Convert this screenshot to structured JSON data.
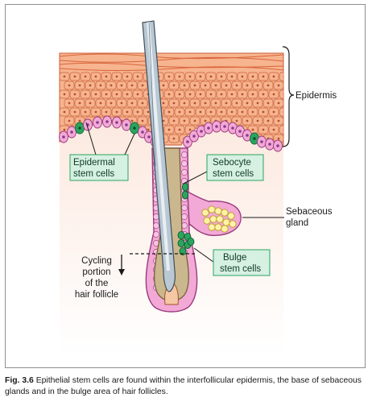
{
  "labels": {
    "epidermis": "Epidermis",
    "epidermal_stem_cells": [
      "Epidermal",
      "stem cells"
    ],
    "sebocyte_stem_cells": [
      "Sebocyte",
      "stem cells"
    ],
    "sebaceous_gland": [
      "Sebaceous",
      "gland"
    ],
    "bulge_stem_cells": [
      "Bulge",
      "stem cells"
    ],
    "cycling_portion": [
      "Cycling",
      "portion",
      "of the",
      "hair follicle"
    ]
  },
  "caption": {
    "figure_number": "Fig. 3.6",
    "text": "Epithelial stem cells are found within the interfollicular epidermis, the base of sebaceous glands and in the bulge area of hair follicles."
  },
  "colors": {
    "dermis_top": "#fbe3d6",
    "dermis_bottom": "#ffffff",
    "corneum": "#f4a074",
    "epidermis_cell": "#f6b48f",
    "basal_cell": "#f2a9d6",
    "basal_nucleus": "#8a3a8f",
    "stem_cell": "#2aa55e",
    "label_box": "#d6f0e2",
    "label_border": "#2aa55e",
    "hair_shaft": "#9eb3c2",
    "inner_sheath": "#cbb78d",
    "sebocyte": "#fff2a8"
  }
}
